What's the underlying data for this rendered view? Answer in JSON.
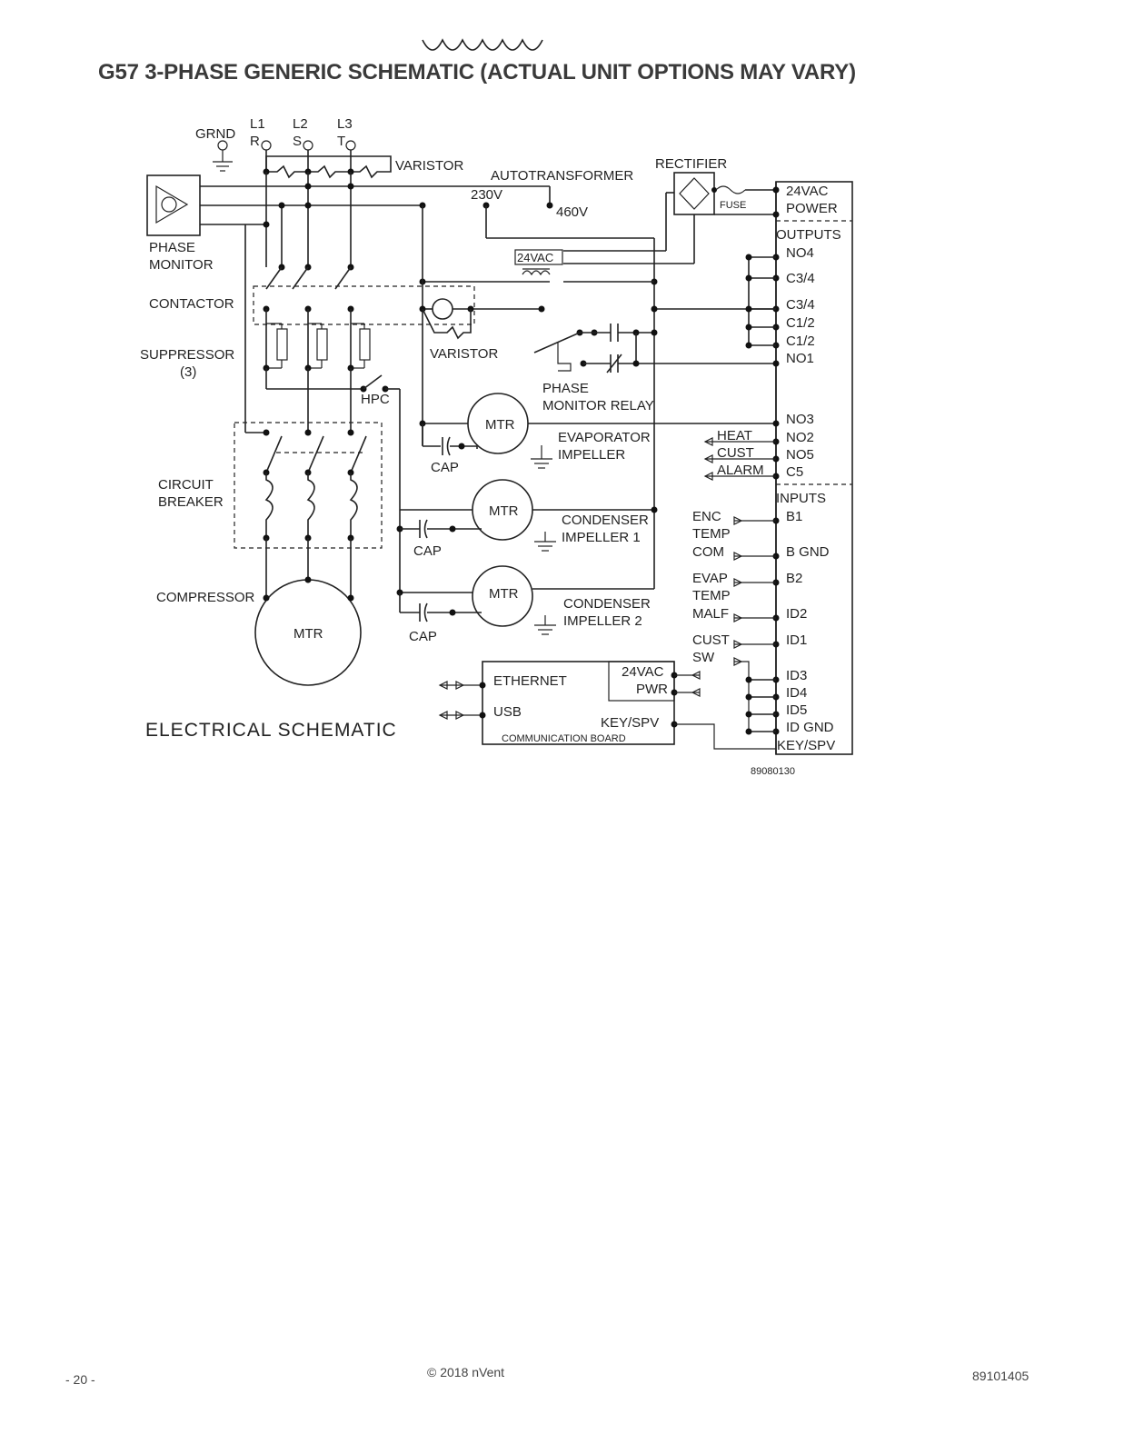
{
  "page": {
    "title": "G57 3-PHASE GENERIC SCHEMATIC (ACTUAL UNIT OPTIONS MAY VARY)",
    "page_number": "- 20 -",
    "copyright": "© 2018 nVent",
    "doc_number": "89101405"
  },
  "schematic": {
    "caption": "ELECTRICAL  SCHEMATIC",
    "drawing_number": "89080130",
    "labels": {
      "grnd": "GRND",
      "l1": "L1",
      "l2": "L2",
      "l3": "L3",
      "r": "R",
      "s": "S",
      "t": "T",
      "varistor_top": "VARISTOR",
      "autotransformer": "AUTOTRANSFORMER",
      "v230": "230V",
      "v460": "460V",
      "rectifier": "RECTIFIER",
      "fuse": "FUSE",
      "vac24": "24VAC",
      "phase": "PHASE",
      "monitor": "MONITOR",
      "contactor": "CONTACTOR",
      "suppressor": "SUPPRESSOR",
      "suppressor_count": "(3)",
      "varistor_mid": "VARISTOR",
      "hpc": "HPC",
      "pmr_phase": "PHASE",
      "pmr_relay": "MONITOR  RELAY",
      "mtr": "MTR",
      "evaporator": "EVAPORATOR",
      "impeller": "IMPELLER",
      "cap": "CAP",
      "circuit": "CIRCUIT",
      "breaker": "BREAKER",
      "condenser": "CONDENSER",
      "impeller1": "IMPELLER  1",
      "impeller2": "IMPELLER  2",
      "compressor": "COMPRESSOR",
      "ethernet": "ETHERNET",
      "usb": "USB",
      "pwr_24vac": "24VAC",
      "pwr": "PWR",
      "keyspv_board": "KEY/SPV",
      "comm_board": "COMMUNICATION  BOARD",
      "heat": "HEAT",
      "cust": "CUST",
      "alarm": "ALARM",
      "enc": "ENC",
      "temp": "TEMP",
      "com": "COM",
      "evap": "EVAP",
      "temp2": "TEMP",
      "malf": "MALF",
      "cust2": "CUST",
      "sw": "SW"
    },
    "terminals": {
      "power1": "24VAC",
      "power2": "POWER",
      "outputs": "OUTPUTS",
      "no4": "NO4",
      "c34a": "C3/4",
      "c34b": "C3/4",
      "c12a": "C1/2",
      "c12b": "C1/2",
      "no1": "NO1",
      "no3": "NO3",
      "no2": "NO2",
      "no5": "NO5",
      "c5": "C5",
      "inputs": "INPUTS",
      "b1": "B1",
      "bgnd": "B  GND",
      "b2": "B2",
      "id2": "ID2",
      "id1": "ID1",
      "id3": "ID3",
      "id4": "ID4",
      "id5": "ID5",
      "idgnd": "ID  GND",
      "keyspv": "KEY/SPV"
    }
  }
}
